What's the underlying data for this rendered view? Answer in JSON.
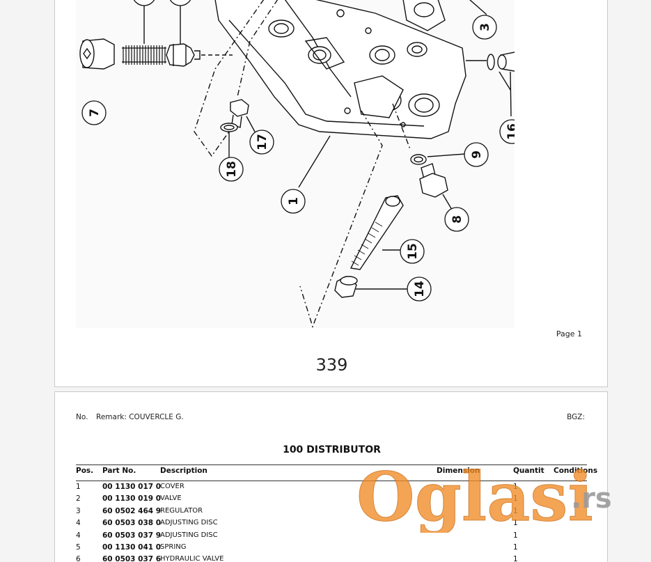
{
  "page1": {
    "callouts": [
      "1",
      "3",
      "7",
      "8",
      "9",
      "14",
      "15",
      "16",
      "17",
      "18"
    ],
    "page_label": "Page 1",
    "page_number": "339"
  },
  "page2": {
    "no_label": "No.",
    "remark": "Remark: COUVERCLE G.",
    "bgz": "BGZ:",
    "title": "100 DISTRIBUTOR",
    "columns": {
      "pos": "Pos.",
      "part": "Part No.",
      "desc": "Description",
      "dim": "Dimension",
      "qty": "Quantit",
      "cond": "Conditions"
    },
    "rows": [
      {
        "pos": "1",
        "part": "00 1130 017 0",
        "desc": "COVER",
        "qty": "1"
      },
      {
        "pos": "2",
        "part": "00 1130 019 0",
        "desc": "VALVE",
        "qty": "1"
      },
      {
        "pos": "3",
        "part": "60 0502 464 9",
        "desc": "REGULATOR",
        "qty": "1"
      },
      {
        "pos": "4",
        "part": "60 0503 038 0",
        "desc": "ADJUSTING DISC",
        "qty": "1"
      },
      {
        "pos": "4",
        "part": "60 0503 037 9",
        "desc": "ADJUSTING DISC",
        "qty": "1"
      },
      {
        "pos": "5",
        "part": "00 1130 041 0",
        "desc": "SPRING",
        "qty": "1"
      },
      {
        "pos": "6",
        "part": "60 0503 037 6",
        "desc": "HYDRAULIC VALVE",
        "qty": "1"
      }
    ]
  },
  "watermark": {
    "brand": "Oglasi",
    "suffix": ".rs",
    "brand_color": "#f08a24",
    "suffix_color": "#9a9a9a"
  }
}
